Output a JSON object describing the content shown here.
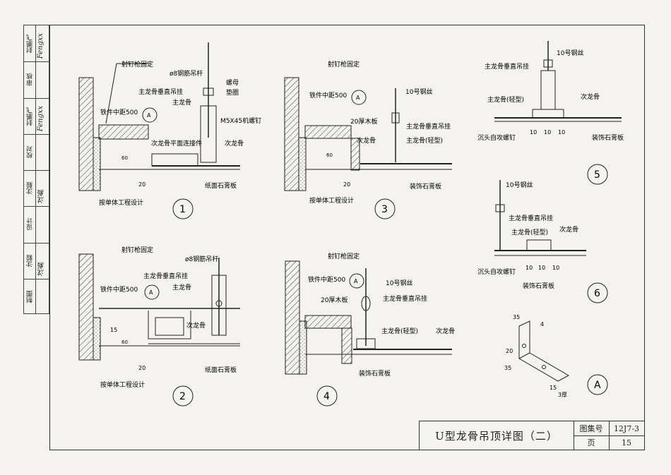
{
  "sidebar": [
    {
      "label": "封鹏飞",
      "sig": "Fengxx"
    },
    {
      "label": "审核",
      "sig": ""
    },
    {
      "label": "封鹏飞",
      "sig": "Fengxx"
    },
    {
      "label": "校对",
      "sig": ""
    },
    {
      "label": "沈毅",
      "sig": "沈毅"
    },
    {
      "label": "设计",
      "sig": ""
    },
    {
      "label": "沈毅",
      "sig": "沈毅"
    },
    {
      "label": "制图",
      "sig": ""
    }
  ],
  "title_block": {
    "title": "U型龙骨吊顶详图（二）",
    "atlas_label": "图集号",
    "atlas_value": "12J7-3",
    "page_label": "页",
    "page_value": "15"
  },
  "labels": {
    "shoot_nail": "射钉枪固定",
    "rebar_rod": "ø8钢筋吊杆",
    "nut": "螺母",
    "washer": "垫圈",
    "main_hanger": "主龙骨垂直吊挂",
    "main_keel": "主龙骨",
    "bolt": "M5X45机螺钉",
    "iron_spacing": "铁件中距500",
    "sec_connector": "次龙骨平面连接件",
    "sec_keel": "次龙骨",
    "paper_gypsum": "纸面石膏板",
    "by_project": "按单体工程设计",
    "wire10": "10号钢丝",
    "wood20": "20厚木板",
    "main_light": "主龙骨(轻型)",
    "deco_gypsum": "装饰石膏板",
    "screw": "沉头自攻螺钉",
    "dim60": "60",
    "dim20": "20",
    "dim10": "10",
    "dim15": "15",
    "dim35": "35",
    "dim4": "4",
    "dim3": "3厚",
    "ref_a": "A"
  },
  "details": [
    "1",
    "2",
    "3",
    "4",
    "5",
    "6",
    "A"
  ]
}
